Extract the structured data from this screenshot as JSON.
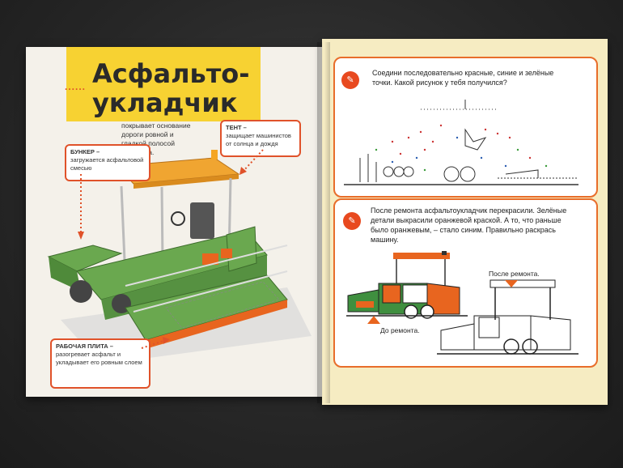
{
  "left_page": {
    "title_line1": "Асфальто-",
    "title_line2": "укладчик",
    "intro": "покрывает основание дороги ровной и гладкой полосой асфальта.",
    "callout_tent": {
      "term": "ТЕНТ –",
      "text": "защищает машинистов от солнца и дождя"
    },
    "callout_bunker": {
      "term": "БУНКЕР –",
      "text": "загружается асфальтовой смесью"
    },
    "callout_plate": {
      "term": "РАБОЧАЯ ПЛИТА –",
      "text": "разогревает асфальт и укладывает его ровным слоем"
    }
  },
  "right_page": {
    "task1": "Соедини последовательно красные, синие и зелёные точки. Какой рисунок у тебя получился?",
    "task2": "После ремонта асфальтоукладчик перекрасили. Зелёные детали выкрасили оранжевой краской. А то, что раньше было оранжевым, – стало синим. Правильно раскрась машину.",
    "label_before": "До ремонта.",
    "label_after": "После ремонта."
  },
  "colors": {
    "accent": "#e0522a",
    "yellow": "#f7d232",
    "machine_green": "#6aa84f",
    "roof_orange": "#f0a531"
  }
}
